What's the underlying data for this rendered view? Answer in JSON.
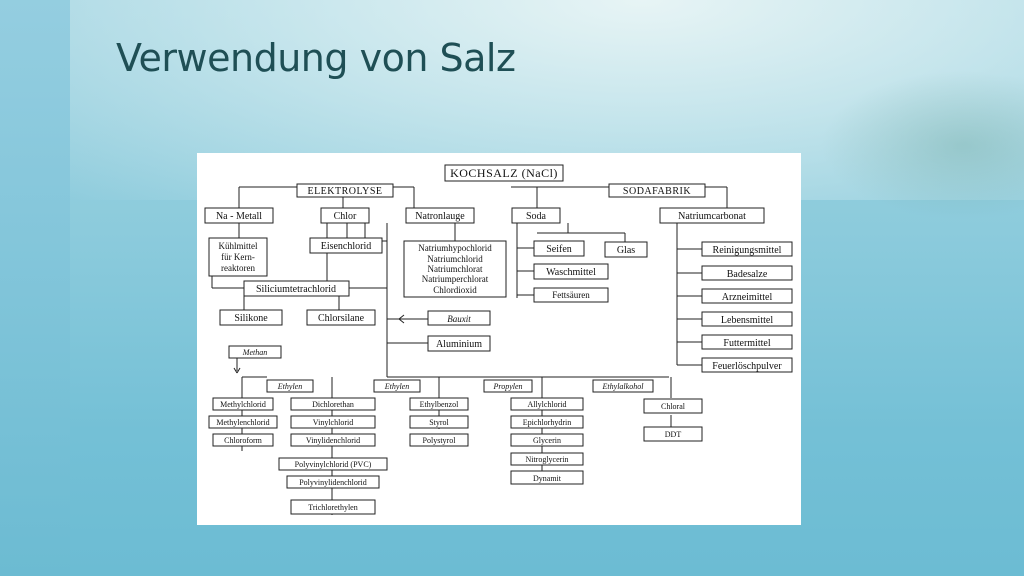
{
  "title": "Verwendung von Salz",
  "diagram": {
    "root": "KOCHSALZ (NaCl)",
    "elektrolyse": "ELEKTROLYSE",
    "sodafabrik": "SODAFABRIK",
    "na_metall": "Na - Metall",
    "chlor": "Chlor",
    "natronlauge": "Natronlauge",
    "soda": "Soda",
    "natriumcarbonat": "Natriumcarbonat",
    "kuehlmittel": [
      "Kühlmittel",
      "für Kern-",
      "reaktoren"
    ],
    "eisenchlorid": "Eisenchlorid",
    "natronlauge_products": [
      "Natriumhypochlorid",
      "Natriumchlorid",
      "Natriumchlorat",
      "Natriumperchlorat",
      "Chlordioxid"
    ],
    "seifen": "Seifen",
    "glas": "Glas",
    "waschmittel": "Waschmittel",
    "fettsaeuren": "Fettsäuren",
    "siliciumtetrachlorid": "Siliciumtetrachlorid",
    "silikone": "Silikone",
    "chlorsilane": "Chlorsilane",
    "bauxit": "Bauxit",
    "aluminium": "Aluminium",
    "methan": "Methan",
    "ethylen1": "Ethylen",
    "ethylen2": "Ethylen",
    "propylen": "Propylen",
    "ethylalkohol": "Ethylalkohol",
    "carbonat_products": [
      "Reinigungsmittel",
      "Badesalze",
      "Arzneimittel",
      "Lebensmittel",
      "Futtermittel",
      "Feuerlöschpulver"
    ],
    "methan_products": [
      "Methylchlorid",
      "Methylenchlorid",
      "Chloroform"
    ],
    "ethylen1_products": [
      "Dichlorethan",
      "Vinylchlorid",
      "Vinylidenchlorid",
      "Polyvinylchlorid (PVC)",
      "Polyvinylidenchlorid",
      "Trichlorethylen"
    ],
    "ethylen2_products": [
      "Ethylbenzol",
      "Styrol",
      "Polystyrol"
    ],
    "propylen_products": [
      "Allylchlorid",
      "Epichlorhydrin",
      "Glycerin",
      "Nitroglycerin",
      "Dynamit"
    ],
    "ethylalkohol_products": [
      "Chloral",
      "DDT"
    ]
  }
}
